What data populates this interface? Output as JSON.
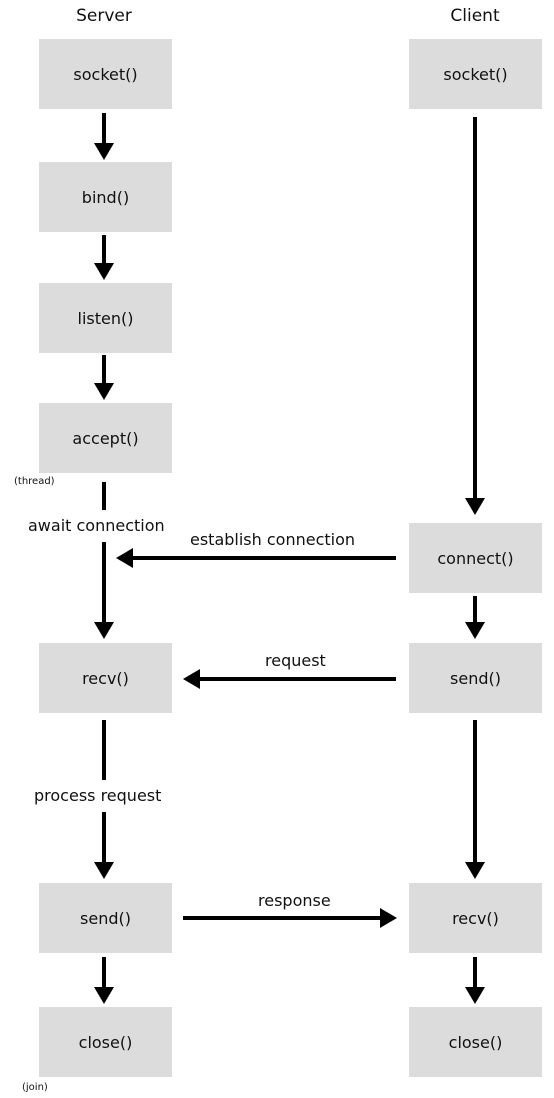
{
  "columns": {
    "server": "Server",
    "client": "Client"
  },
  "server": {
    "socket": "socket()",
    "bind": "bind()",
    "listen": "listen()",
    "accept": "accept()",
    "recv": "recv()",
    "send": "send()",
    "close": "close()"
  },
  "client": {
    "socket": "socket()",
    "connect": "connect()",
    "send": "send()",
    "recv": "recv()",
    "close": "close()"
  },
  "labels": {
    "thread": "(thread)",
    "await_connection": "await connection",
    "establish_connection": "establish connection",
    "request": "request",
    "process_request": "process request",
    "response": "response",
    "join": "(join)"
  },
  "colors": {
    "box_fill": "#dcdcdc",
    "arrow": "#000000",
    "text": "#111111"
  }
}
